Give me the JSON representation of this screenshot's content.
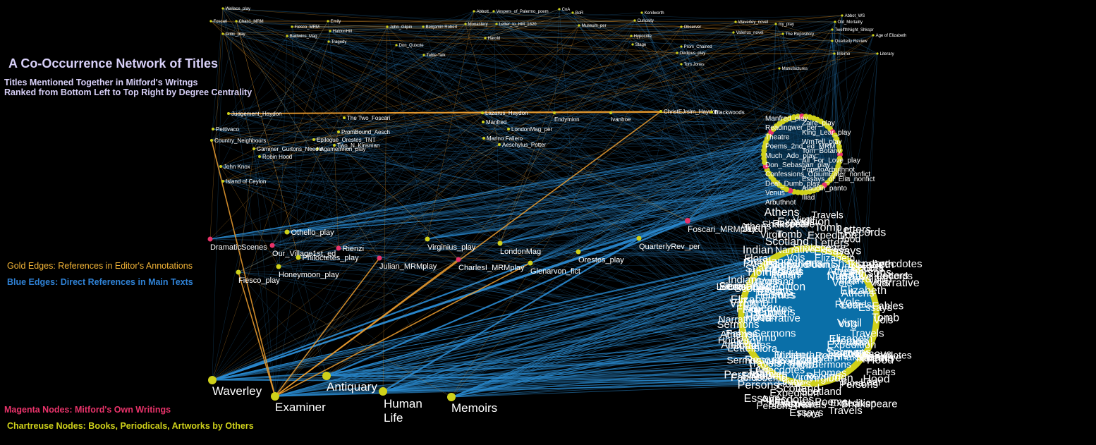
{
  "header": {
    "title": "A Co-Occurrence Network of Titles",
    "subtitle_line1": "Titles Mentioned Together in Mitford's Writngs",
    "subtitle_line2": "Ranked from Bottom Left to Top Right by Degree Centrality"
  },
  "legend": {
    "gold_edges": "Gold Edges: References in Editor's Annotations",
    "blue_edges": "Blue Edges: Direct References in Main Texts",
    "magenta_nodes": "Magenta Nodes: Mitford's Own Writings",
    "chartreuse_nodes": "Chartreuse Nodes: Books, Periodicals, Artworks by Others"
  },
  "colors": {
    "background": "#000000",
    "gold_edge": "#f0a030",
    "blue_edge": "#2a8ad0",
    "magenta_node": "#e8336a",
    "chartreuse_node": "#cfd11a",
    "label": "#ffffff"
  },
  "network": {
    "nodes": [
      {
        "id": "Waverley",
        "label": "Waverley",
        "type": "other",
        "tier": 1
      },
      {
        "id": "Examiner",
        "label": "Examiner",
        "type": "other",
        "tier": 1
      },
      {
        "id": "Antiquary",
        "label": "Antiquary",
        "type": "other",
        "tier": 1
      },
      {
        "id": "HumanLife",
        "label": "Human Life",
        "type": "other",
        "tier": 1
      },
      {
        "id": "Memoirs",
        "label": "Memoirs",
        "type": "other",
        "tier": 1
      },
      {
        "id": "DramaticScenes",
        "label": "DramaticScenes",
        "type": "mitford",
        "tier": 2
      },
      {
        "id": "Othello_play",
        "label": "Othello_play",
        "type": "other",
        "tier": 2
      },
      {
        "id": "Our_Village1st_ed",
        "label": "Our_Village1st_ed",
        "type": "mitford",
        "tier": 2
      },
      {
        "id": "Rienzi",
        "label": "Rienzi",
        "type": "mitford",
        "tier": 2
      },
      {
        "id": "Philoctetes_play",
        "label": "Philoctetes_play",
        "type": "other",
        "tier": 2
      },
      {
        "id": "Honeymoon_play",
        "label": "Honeymoon_play",
        "type": "other",
        "tier": 2
      },
      {
        "id": "Fiesco_play",
        "label": "Fiesco_play",
        "type": "other",
        "tier": 2
      },
      {
        "id": "Julian_MRMplay",
        "label": "Julian_MRMplay",
        "type": "mitford",
        "tier": 2
      },
      {
        "id": "Virginius_play",
        "label": "Virginius_play",
        "type": "other",
        "tier": 2
      },
      {
        "id": "CharlesI_MRMplay",
        "label": "CharlesI_MRMplay",
        "type": "mitford",
        "tier": 2
      },
      {
        "id": "LondonMag",
        "label": "LondonMag",
        "type": "other",
        "tier": 2
      },
      {
        "id": "Glenarvon_fict",
        "label": "Glenarvon_fict",
        "type": "other",
        "tier": 2
      },
      {
        "id": "Orestes_play",
        "label": "Orestes_play",
        "type": "other",
        "tier": 2
      },
      {
        "id": "QuarterlyRev_per",
        "label": "QuarterlyRev_per",
        "type": "other",
        "tier": 2
      },
      {
        "id": "Foscari_MRMplay",
        "label": "Foscari_MRMplay",
        "type": "mitford",
        "tier": 2
      },
      {
        "id": "Lazarus_Haydon",
        "label": "Lazarus_Haydon",
        "type": "other",
        "tier": 3
      },
      {
        "id": "Endymion",
        "label": "Endymion",
        "type": "other",
        "tier": 3
      },
      {
        "id": "Ivanhoe",
        "label": "Ivanhoe",
        "type": "other",
        "tier": 3
      },
      {
        "id": "ChristEJrslm_Haydon",
        "label": "ChristEJrslm_Haydon",
        "type": "other",
        "tier": 3
      },
      {
        "id": "Blackwoods",
        "label": "Blackwoods",
        "type": "other",
        "tier": 3
      },
      {
        "id": "Manfred",
        "label": "Manfred",
        "type": "other",
        "tier": 3
      },
      {
        "id": "LondonMag_per",
        "label": "LondonMag_per",
        "type": "other",
        "tier": 3
      },
      {
        "id": "Marino_Faliero",
        "label": "Marino Faliero",
        "type": "other",
        "tier": 3
      },
      {
        "id": "Aeschylus_Potter",
        "label": "Aeschylus_Potter",
        "type": "other",
        "tier": 3
      },
      {
        "id": "PromBound_Aesch",
        "label": "PromBound_Aesch",
        "type": "other",
        "tier": 3
      },
      {
        "id": "Two_Foscari",
        "label": "The Two_Foscari",
        "type": "other",
        "tier": 3
      },
      {
        "id": "Orestes_TNT",
        "label": "Epilogue_Orestes_TNT",
        "type": "other",
        "tier": 3
      },
      {
        "id": "Two_N_Kinsman",
        "label": "Two_N_Kinsman",
        "type": "other",
        "tier": 3
      },
      {
        "id": "Agamemnon_play",
        "label": "Agamemnon_play",
        "type": "other",
        "tier": 3
      },
      {
        "id": "Country_Neighbours",
        "label": "Country_Neighbours",
        "type": "other",
        "tier": 3
      },
      {
        "id": "Gammer_Gurtons_Needle",
        "label": "Gammer_Gurtons_Needle",
        "type": "other",
        "tier": 3
      },
      {
        "id": "Judgement_Haydon",
        "label": "Judgement_Haydon",
        "type": "other",
        "tier": 3
      },
      {
        "id": "Robin_Hood",
        "label": "Robin Hood",
        "type": "other",
        "tier": 3
      },
      {
        "id": "Pettivaco",
        "label": "Pettivaco",
        "type": "other",
        "tier": 3
      },
      {
        "id": "John_Knox",
        "label": "John Knox",
        "type": "other",
        "tier": 3
      },
      {
        "id": "Ceylon",
        "label": "Island of Ceylon",
        "type": "other",
        "tier": 3
      },
      {
        "id": "Wallace_play",
        "label": "Wallace_play",
        "type": "other",
        "tier": 4
      },
      {
        "id": "Foscari",
        "label": "Foscari",
        "type": "other",
        "tier": 4
      },
      {
        "id": "Critic_play",
        "label": "Critic_play",
        "type": "other",
        "tier": 4
      },
      {
        "id": "Chas1_MRM",
        "label": "Chas1_MRM",
        "type": "other",
        "tier": 4
      },
      {
        "id": "Fiesco_MRM",
        "label": "Fiesco_MRM",
        "type": "other",
        "tier": 4
      },
      {
        "id": "Baldwins_Mag",
        "label": "Baldwins_Mag",
        "type": "other",
        "tier": 4
      },
      {
        "id": "Emily",
        "label": "Emily",
        "type": "other",
        "tier": 4
      },
      {
        "id": "HaldonHill",
        "label": "HaldonHill",
        "type": "other",
        "tier": 4
      },
      {
        "id": "Tragedy",
        "label": "Tragedy",
        "type": "other",
        "tier": 4
      },
      {
        "id": "John_Gilpin",
        "label": "John_Gilpin",
        "type": "other",
        "tier": 4
      },
      {
        "id": "Don_Quixote",
        "label": "Don_Quixote",
        "type": "other",
        "tier": 4
      },
      {
        "id": "Benjamin_Robert",
        "label": "Benjamin Robert",
        "type": "other",
        "tier": 4
      },
      {
        "id": "Table_Talk",
        "label": "Table-Talk",
        "type": "other",
        "tier": 4
      },
      {
        "id": "Abbott",
        "label": "Abbott",
        "type": "other",
        "tier": 4
      },
      {
        "id": "Vespers_of_Palermo_poem",
        "label": "Vespers_of_Palermo_poem",
        "type": "other",
        "tier": 4
      },
      {
        "id": "Monastery",
        "label": "Monastery",
        "type": "other",
        "tier": 4
      },
      {
        "id": "Letter_to_HM_1820",
        "label": "Letter_to_HM_1820",
        "type": "other",
        "tier": 4
      },
      {
        "id": "Harold",
        "label": "Harold",
        "type": "other",
        "tier": 4
      },
      {
        "id": "BoR",
        "label": "BoR",
        "type": "other",
        "tier": 4
      },
      {
        "id": "CoA",
        "label": "CoA",
        "type": "other",
        "tier": 4
      },
      {
        "id": "Museum_per",
        "label": "Museum_per",
        "type": "other",
        "tier": 4
      },
      {
        "id": "Kenilworth",
        "label": "Kenilworth",
        "type": "other",
        "tier": 4
      },
      {
        "id": "Curiosity",
        "label": "Curiosity",
        "type": "other",
        "tier": 4
      },
      {
        "id": "Hypocrite",
        "label": "Hypocrite",
        "type": "other",
        "tier": 4
      },
      {
        "id": "Observer",
        "label": "Observer",
        "type": "other",
        "tier": 4
      },
      {
        "id": "Prom_Chained",
        "label": "Prom_Chained",
        "type": "other",
        "tier": 4
      },
      {
        "id": "Oedipus_play",
        "label": "Oedipus_play",
        "type": "other",
        "tier": 4
      },
      {
        "id": "Tom_Jones",
        "label": "Tom Jones",
        "type": "other",
        "tier": 4
      },
      {
        "id": "Stage",
        "label": "Stage",
        "type": "other",
        "tier": 4
      },
      {
        "id": "Waverley_novel",
        "label": "Waverley_novel",
        "type": "other",
        "tier": 4
      },
      {
        "id": "Valerius_novel",
        "label": "Valerius_novel",
        "type": "other",
        "tier": 4
      },
      {
        "id": "Repository",
        "label": "The Repository",
        "type": "other",
        "tier": 4
      },
      {
        "id": "Manufactures",
        "label": "Manufactures",
        "type": "other",
        "tier": 4
      },
      {
        "id": "my_play",
        "label": "my_play",
        "type": "other",
        "tier": 4
      },
      {
        "id": "Old_Mortality",
        "label": "Old_Mortality",
        "type": "other",
        "tier": 4
      },
      {
        "id": "TwelfthNight",
        "label": "TwelfthNight_Shkspr",
        "type": "other",
        "tier": 4
      },
      {
        "id": "Abbot_WS",
        "label": "Abbot_WS",
        "type": "other",
        "tier": 4
      },
      {
        "id": "Age_of_Elizabeth",
        "label": "Age of Elizabeth",
        "type": "other",
        "tier": 4
      },
      {
        "id": "Literary",
        "label": "Literary",
        "type": "other",
        "tier": 4
      },
      {
        "id": "Inferno",
        "label": "Inferno",
        "type": "other",
        "tier": 4
      },
      {
        "id": "Quarterly_Review",
        "label": "Quarterly Review",
        "type": "other",
        "tier": 4
      }
    ],
    "ring_labels": [
      "Manfred_play",
      "Zaire_play",
      "Readingwer_per",
      "King_Lear_play",
      "Theatre",
      "WmTell_play",
      "Poems_2nd_ed_MRM",
      "Tom_Botany",
      "Much_Ado_play",
      "All_For_Love_play",
      "Don_Sebastian_play",
      "PopetoArbuthnot",
      "Confessions_OpiumEater_nonfict",
      "Essays_of_Elia_nonfict",
      "Deaf_Dumb_play",
      "Aladdin_panto",
      "Venus",
      "Iliad",
      "Arbuthnot"
    ],
    "cluster_labels": [
      "Virgil",
      "Vols",
      "Homes",
      "Tomb",
      "Elizabeth",
      "Expedition",
      "Hood",
      "Indian",
      "Fables",
      "Records",
      "Anecdotes",
      "Narrative",
      "Persons",
      "Sermons",
      "Flora",
      "Juan",
      "Shakspeare",
      "Lear",
      "Athens",
      "Scotland",
      "Letters",
      "Essays",
      "Poems",
      "Travels"
    ]
  }
}
